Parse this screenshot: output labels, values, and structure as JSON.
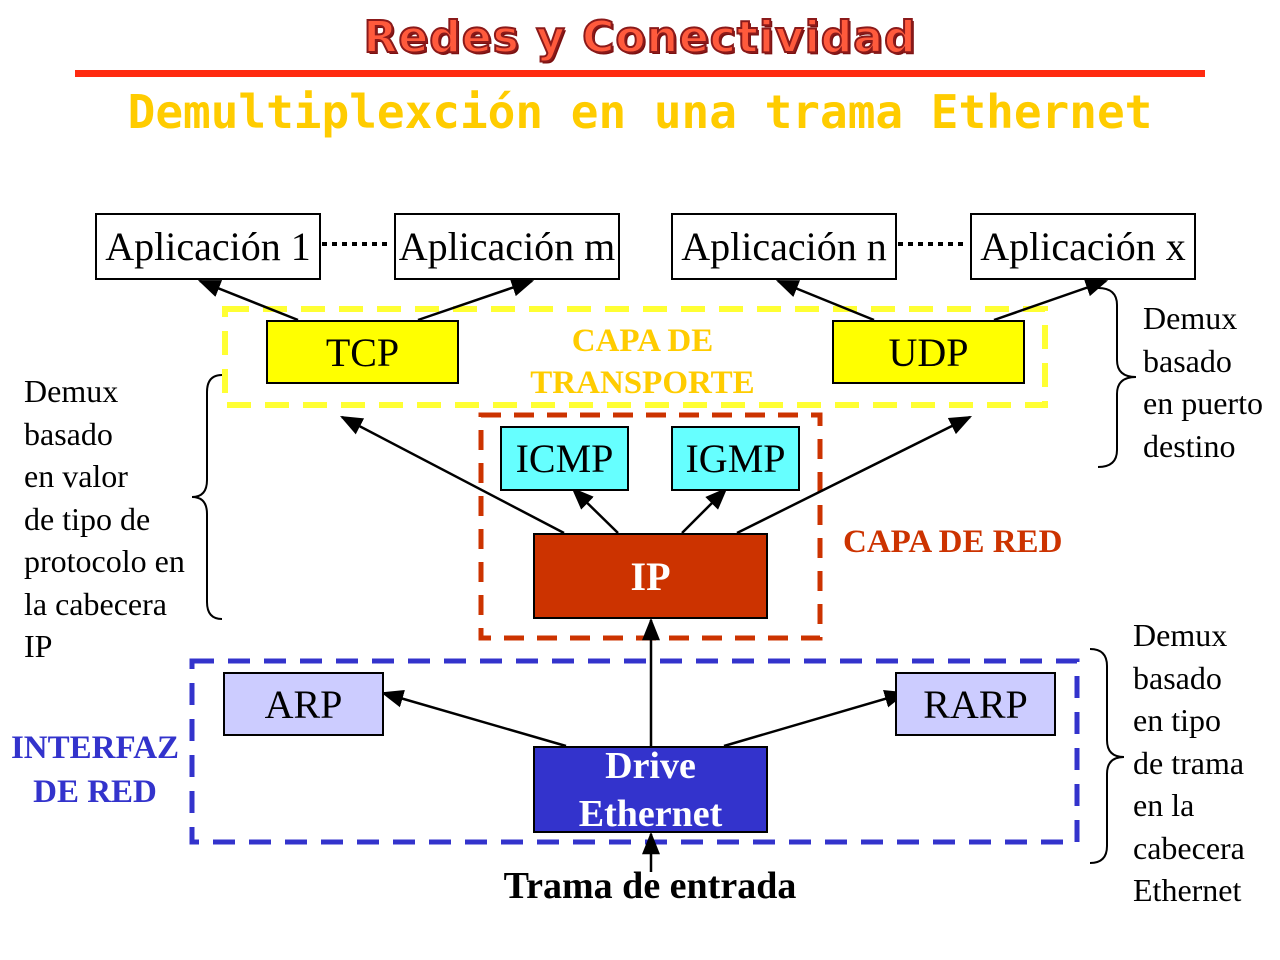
{
  "header": {
    "title": "Redes y Conectividad",
    "subtitle": "Demultiplexción en una trama Ethernet"
  },
  "applications": [
    "Aplicación 1",
    "Aplicación m",
    "Aplicación n",
    "Aplicación x"
  ],
  "transport": {
    "tcp": "TCP",
    "udp": "UDP",
    "layer_label_1": "CAPA DE",
    "layer_label_2": "TRANSPORTE"
  },
  "network": {
    "icmp": "ICMP",
    "igmp": "IGMP",
    "ip": "IP",
    "layer_label": "CAPA DE RED"
  },
  "interface": {
    "arp": "ARP",
    "rarp": "RARP",
    "driver_1": "Drive",
    "driver_2": "Ethernet",
    "layer_label_1": "INTERFAZ",
    "layer_label_2": "DE RED"
  },
  "input_label": "Trama de entrada",
  "notes": {
    "port": [
      "Demux",
      "basado",
      "en puerto",
      "destino"
    ],
    "protocol": [
      "Demux",
      "basado",
      "en valor",
      "de tipo de",
      "protocolo en",
      "la cabecera",
      "IP"
    ],
    "frame": [
      "Demux",
      "basado",
      "en tipo",
      "de trama",
      "en la",
      "cabecera",
      "Ethernet"
    ]
  },
  "colors": {
    "transport_border": "#ffff33",
    "network_border": "#cc3300",
    "interface_border": "#3333cc",
    "network_label": "#cc3300",
    "interface_label": "#3333cc",
    "transport_label": "#ffcc00"
  }
}
